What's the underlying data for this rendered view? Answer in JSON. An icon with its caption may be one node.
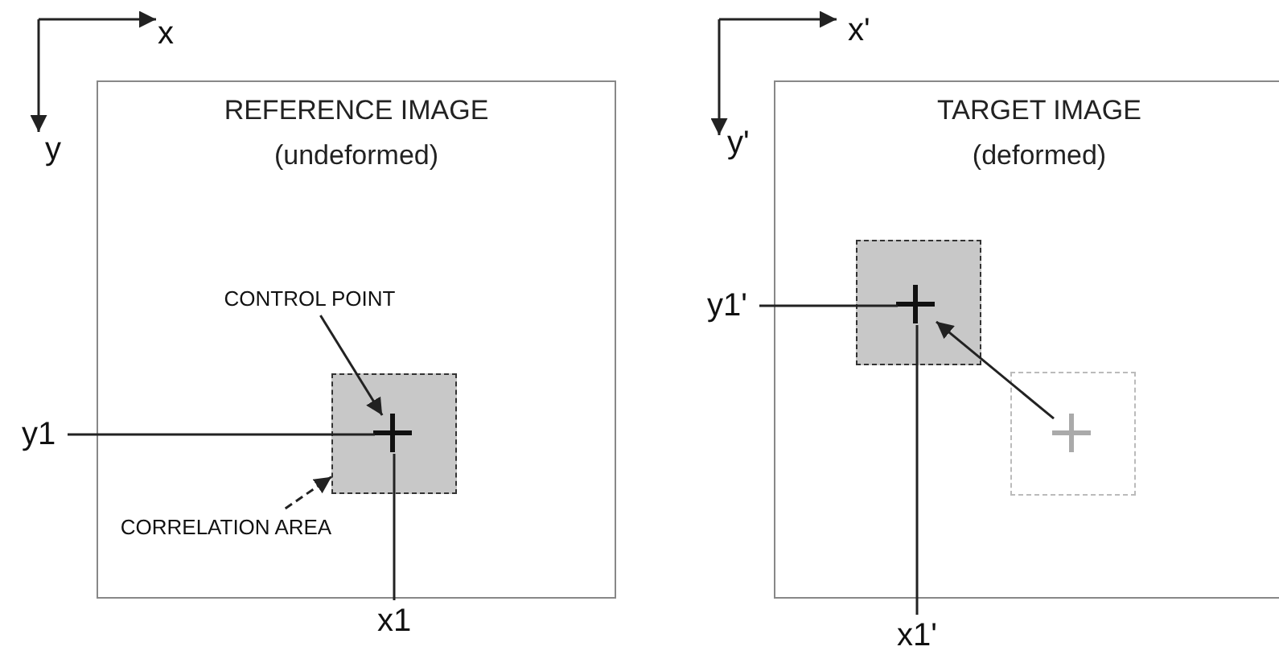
{
  "diagram": {
    "nodes": [
      {
        "text": [
          "REFERENCE IMAGE",
          "(undeformed)"
        ]
      },
      {
        "text": [],
        "shape": "box",
        "in": 0
      },
      {
        "text": [],
        "shape": "cross",
        "in": 1
      },
      {
        "text": [
          "CONTROL POINT"
        ],
        "in": 0
      },
      {
        "text": [
          "CORRELATION AREA"
        ],
        "in": 0
      },
      {
        "text": [
          "y1"
        ]
      },
      {
        "text": [
          "x1"
        ]
      },
      {
        "text": [
          "TARGET IMAGE",
          "(deformed)"
        ]
      },
      {
        "text": [],
        "shape": "box",
        "in": 7
      },
      {
        "text": [],
        "shape": "cross",
        "in": 8
      },
      {
        "text": [],
        "shape": "box",
        "in": 7
      },
      {
        "text": [],
        "shape": "cross",
        "in": 10
      },
      {
        "text": [
          "y1'"
        ]
      },
      {
        "text": [
          "x1'"
        ]
      }
    ],
    "edges": [
      {
        "from": 3,
        "to": 2,
        "arrow": "to"
      },
      {
        "from": 4,
        "to": 1,
        "arrow": "to",
        "style": "dashed"
      },
      {
        "from": 5,
        "to": 2,
        "arrow": "none"
      },
      {
        "from": 2,
        "to": 6,
        "arrow": "none"
      },
      {
        "from": 11,
        "to": 9,
        "arrow": "to"
      },
      {
        "from": 12,
        "to": 9,
        "arrow": "none"
      },
      {
        "from": 9,
        "to": 13,
        "arrow": "none"
      }
    ],
    "labels": [
      "x",
      "y",
      "x'",
      "y'"
    ]
  }
}
